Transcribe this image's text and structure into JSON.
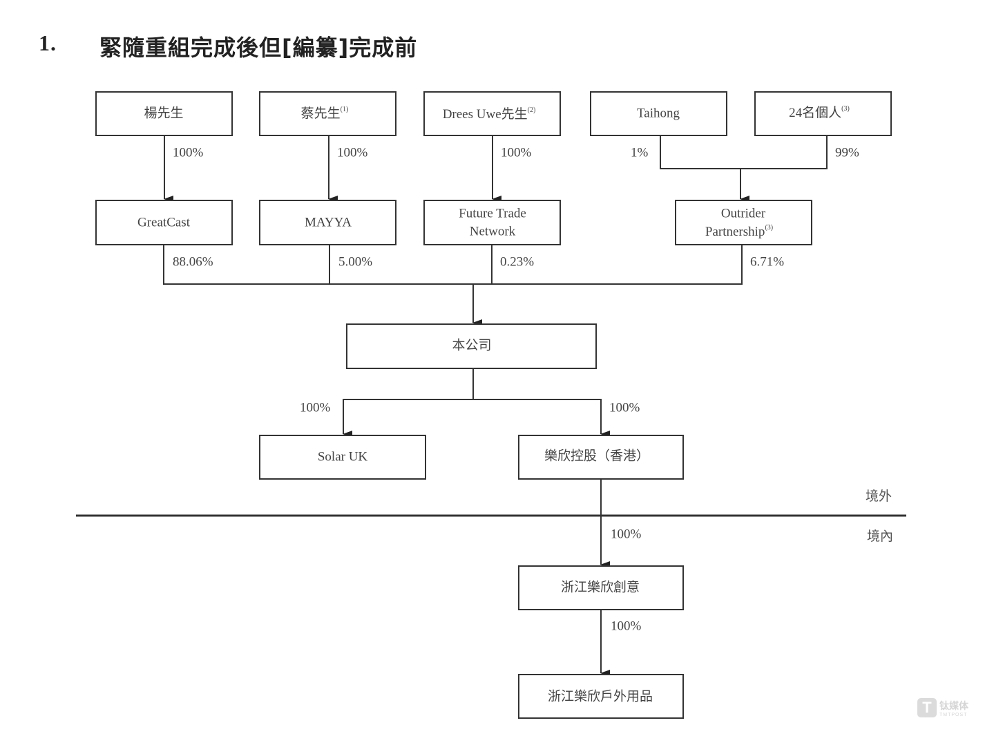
{
  "heading": {
    "number": "1.",
    "title": "緊隨重組完成後但[編纂]完成前"
  },
  "entities": {
    "yang": {
      "label": "楊先生",
      "note": ""
    },
    "cai": {
      "label": "蔡先生",
      "note": "(1)"
    },
    "drees": {
      "label": "Drees Uwe先生",
      "note": "(2)"
    },
    "taihong": {
      "label": "Taihong",
      "note": ""
    },
    "individuals": {
      "label": "24名個人",
      "note": "(3)"
    },
    "greatcast": {
      "label": "GreatCast",
      "note": ""
    },
    "mayya": {
      "label": "MAYYA",
      "note": ""
    },
    "ftn": {
      "label_line1": "Future Trade",
      "label_line2": "Network",
      "note": ""
    },
    "outrider": {
      "label_line1": "Outrider",
      "label_line2": "Partnership",
      "note": "(3)"
    },
    "company": {
      "label": "本公司",
      "note": ""
    },
    "solar_uk": {
      "label": "Solar UK",
      "note": ""
    },
    "lexin_hk": {
      "label": "樂欣控股（香港）",
      "note": ""
    },
    "zj_creative": {
      "label": "浙江樂欣創意",
      "note": ""
    },
    "zj_outdoor": {
      "label": "浙江樂欣戶外用品",
      "note": ""
    }
  },
  "ownership": {
    "yang_greatcast": "100%",
    "cai_mayya": "100%",
    "drees_ftn": "100%",
    "taihong_outrider": "1%",
    "individuals_outrider": "99%",
    "greatcast_company": "88.06%",
    "mayya_company": "5.00%",
    "ftn_company": "0.23%",
    "outrider_company": "6.71%",
    "company_solar_uk": "100%",
    "company_lexin_hk": "100%",
    "lexin_hk_zj_creative": "100%",
    "zj_creative_zj_outdoor": "100%"
  },
  "regions": {
    "offshore": "境外",
    "onshore": "境內"
  },
  "watermark": {
    "name_cn": "钛媒体",
    "name_en": "TMTPOST",
    "logo_letter": "T"
  }
}
